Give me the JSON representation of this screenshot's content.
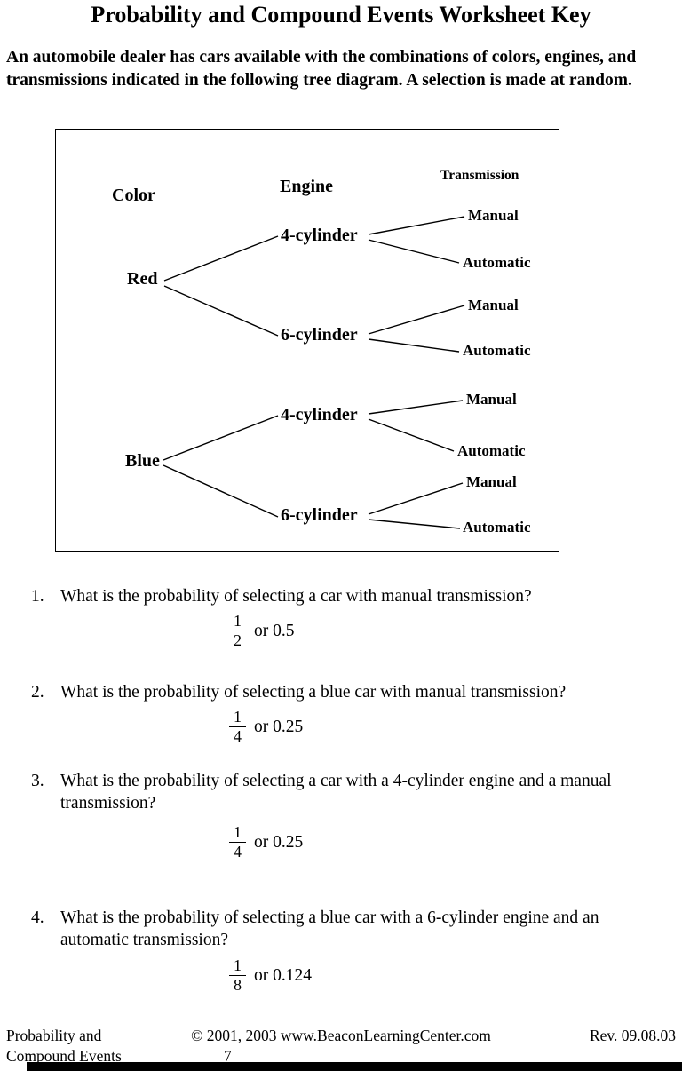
{
  "page": {
    "title": "Probability and Compound Events Worksheet Key",
    "intro": "An automobile dealer has cars available with the combinations of colors, engines, and transmissions indicated in the following tree diagram. A selection is made at random."
  },
  "diagram": {
    "header_color": "Color",
    "header_engine": "Engine",
    "header_transmission": "Transmission",
    "red": "Red",
    "blue": "Blue",
    "red_engine_4": "4-cylinder",
    "red_engine_6": "6-cylinder",
    "blue_engine_4": "4-cylinder",
    "blue_engine_6": "6-cylinder",
    "red_4_manual": "Manual",
    "red_4_automatic": "Automatic",
    "red_6_manual": "Manual",
    "red_6_automatic": "Automatic",
    "blue_4_manual": "Manual",
    "blue_4_automatic": "Automatic",
    "blue_6_manual": "Manual",
    "blue_6_automatic": "Automatic"
  },
  "questions": [
    {
      "number": "1.",
      "text": "What is the probability of selecting a car with manual transmission?",
      "frac_num": "1",
      "frac_den": "2",
      "suffix": "or 0.5"
    },
    {
      "number": "2.",
      "text": "What is the probability of selecting a blue car with manual transmission?",
      "frac_num": "1",
      "frac_den": "4",
      "suffix": "or 0.25"
    },
    {
      "number": "3.",
      "text": "What is the probability of selecting a car with a 4-cylinder engine and a manual transmission?",
      "frac_num": "1",
      "frac_den": "4",
      "suffix": "or 0.25"
    },
    {
      "number": "4.",
      "text": "What is the probability of selecting a blue car with a 6-cylinder engine and an automatic transmission?",
      "frac_num": "1",
      "frac_den": "8",
      "suffix": "or 0.124"
    }
  ],
  "footer": {
    "left_line1": "Probability and",
    "left_line2": "Compound Events",
    "center": "© 2001, 2003 www.BeaconLearningCenter.com",
    "page_number": "7",
    "right": "Rev. 09.08.03"
  }
}
